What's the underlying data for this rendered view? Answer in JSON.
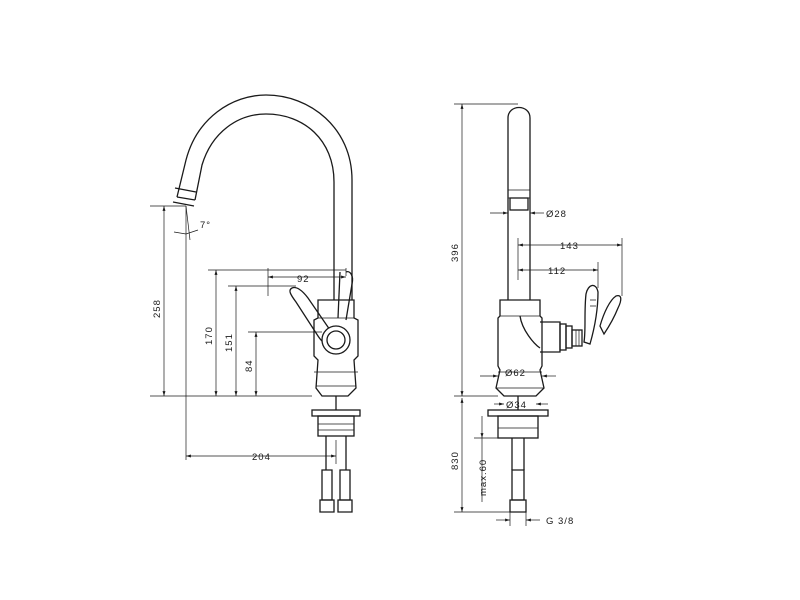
{
  "side_view": {
    "dims": {
      "angle": "7°",
      "d258": "258",
      "d92": "92",
      "d170": "170",
      "d151": "151",
      "d84": "84",
      "d204": "204"
    }
  },
  "front_view": {
    "dims": {
      "d396": "396",
      "d28": "Ø28",
      "d143": "143",
      "d112": "112",
      "d62": "Ø62",
      "d34": "Ø34",
      "d830": "830",
      "dmax60": "max.60",
      "thread": "G 3/8"
    }
  }
}
